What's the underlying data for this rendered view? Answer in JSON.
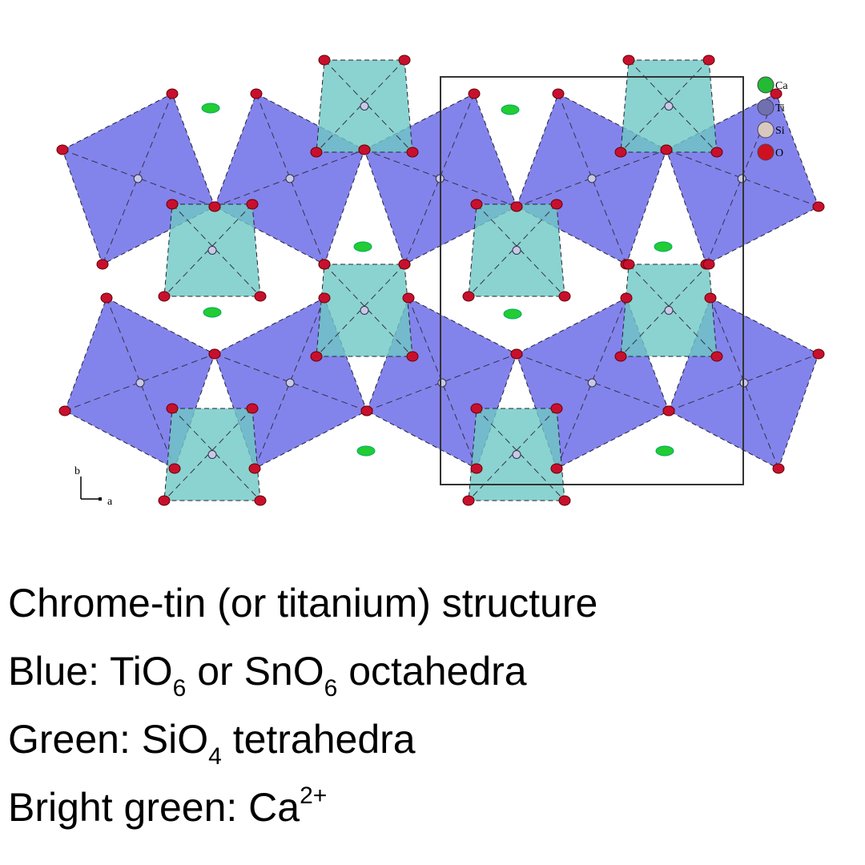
{
  "figure": {
    "legend": [
      {
        "label": "Ca",
        "color": "#22bb33"
      },
      {
        "label": "Ti",
        "color": "#7070b0"
      },
      {
        "label": "Si",
        "color": "#d8c8c0"
      },
      {
        "label": "O",
        "color": "#d01020"
      }
    ],
    "axis": {
      "b": "b",
      "a": "a"
    },
    "colors": {
      "octahedra": "#5a5ae6",
      "tetrahedra": "#6ec8c4",
      "calcium": "#22cc33",
      "oxygen": "#c8102e"
    }
  },
  "caption": {
    "line1": "Chrome-tin (or titanium) structure",
    "line2": {
      "a": "Blue: TiO",
      "sub1": "6",
      "b": " or SnO",
      "sub2": "6",
      "c": " octahedra"
    },
    "line3": {
      "a": "Green: SiO",
      "sub": "4",
      "b": " tetrahedra"
    },
    "line4": {
      "a": "Bright green: Ca",
      "sup": "2+"
    }
  }
}
